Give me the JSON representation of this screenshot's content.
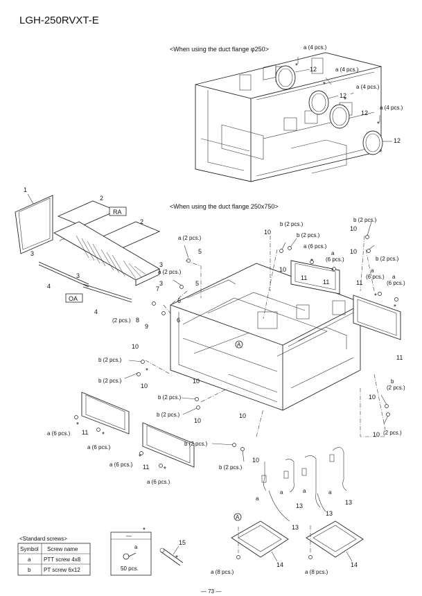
{
  "title": "LGH-250RVXT-E",
  "headings": {
    "flange_250": "<When using the duct flange φ250>",
    "flange_250x750": "<When using the duct flange 250x750>"
  },
  "callouts": {
    "a4": "a (4 pcs.)",
    "a2": "a (2 pcs.)",
    "a6": "a (6 pcs.)",
    "a8": "a (8 pcs.)",
    "b2": "b (2 pcs.)",
    "two_pcs": "(2 pcs.)",
    "a_letter": "a",
    "six": "(6 pcs.)",
    "b_letter": "b",
    "asterisk": "*",
    "circle_a": "A"
  },
  "labels": {
    "ra": "RA",
    "oa": "OA"
  },
  "parts": [
    "1",
    "2",
    "3",
    "4",
    "5",
    "6",
    "7",
    "8",
    "9",
    "10",
    "11",
    "12",
    "13",
    "14",
    "15"
  ],
  "screws_table": {
    "caption": "<Standard screws>",
    "headers": [
      "Symbol",
      "Screw name"
    ],
    "rows": [
      [
        "a",
        "PTT screw 4x8"
      ],
      [
        "b",
        "PT screw 6x12"
      ]
    ]
  },
  "screw_box": {
    "dash": "—",
    "letter": "a",
    "qty": "50 pcs."
  },
  "page_number": "— 73 —"
}
